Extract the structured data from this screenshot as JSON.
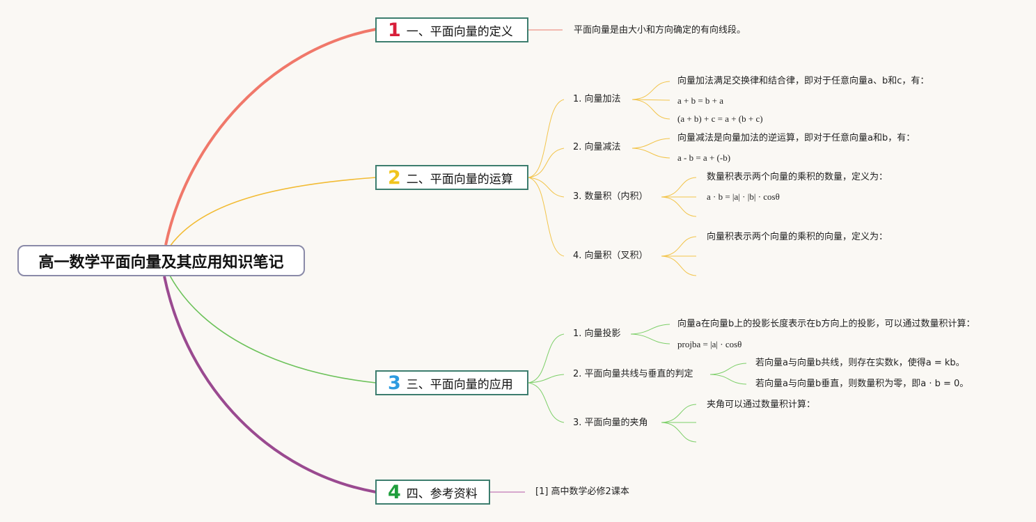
{
  "root": {
    "title": "高一数学平面向量及其应用知识笔记"
  },
  "colors": {
    "b1": "#f0786a",
    "b2": "#f2bb33",
    "b3": "#6cc25a",
    "b4": "#9a4a90"
  },
  "branches": [
    {
      "num": "1",
      "label": "一、平面向量的定义",
      "num_color": "#d81e3a"
    },
    {
      "num": "2",
      "label": "二、平面向量的运算",
      "num_color": "#f0c41e"
    },
    {
      "num": "3",
      "label": "三、平面向量的应用",
      "num_color": "#2d9be0"
    },
    {
      "num": "4",
      "label": "四、参考资料",
      "num_color": "#1e9e3c"
    }
  ],
  "b1": {
    "text": "平面向量是由大小和方向确定的有向线段。"
  },
  "b2": {
    "add": {
      "title": "1. 向量加法",
      "l1": "向量加法满足交换律和结合律，即对于任意向量a、b和c，有：",
      "l2": "a + b = b + a",
      "l3": "(a + b) + c = a + (b + c)"
    },
    "sub": {
      "title": "2. 向量减法",
      "l1": "向量减法是向量加法的逆运算，即对于任意向量a和b，有：",
      "l2": "a - b = a + (-b)"
    },
    "dot": {
      "title": "3. 数量积（内积）",
      "l1": "数量积表示两个向量的乘积的数量，定义为：",
      "l2": "a · b = |a| · |b| · cosθ"
    },
    "cross": {
      "title": "4. 向量积（叉积）",
      "l1": "向量积表示两个向量的乘积的向量，定义为："
    }
  },
  "b3": {
    "proj": {
      "title": "1. 向量投影",
      "l1": "向量a在向量b上的投影长度表示在b方向上的投影，可以通过数量积计算：",
      "l2": "projba = |a| · cosθ"
    },
    "col": {
      "title": "2. 平面向量共线与垂直的判定",
      "l1": "若向量a与向量b共线，则存在实数k，使得a = kb。",
      "l2": "若向量a与向量b垂直，则数量积为零，即a · b = 0。"
    },
    "ang": {
      "title": "3. 平面向量的夹角",
      "l1": "夹角可以通过数量积计算："
    }
  },
  "b4": {
    "ref": "[1] 高中数学必修2课本"
  }
}
